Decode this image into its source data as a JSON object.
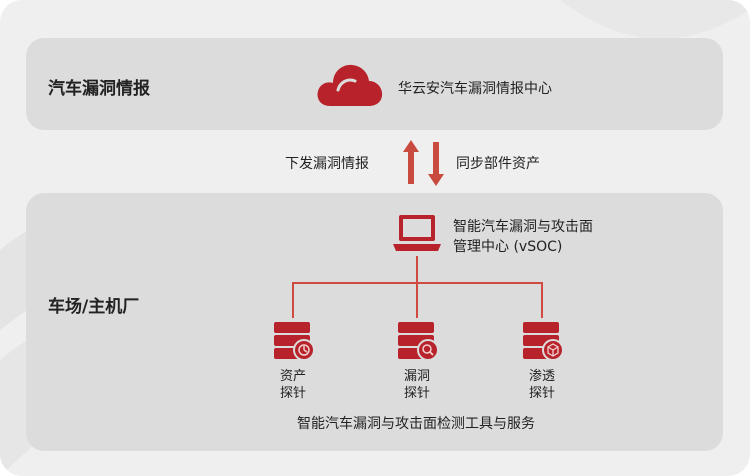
{
  "top_panel": {
    "title": "汽车漏洞情报",
    "center_label": "华云安汽车漏洞情报中心"
  },
  "sync": {
    "down_label": "下发漏洞情报",
    "up_label": "同步部件资产"
  },
  "bottom_panel": {
    "title": "车场/主机厂",
    "vsoc_line1": "智能汽车漏洞与攻击面",
    "vsoc_line2": "管理中心 (vSOC)",
    "probes": [
      {
        "line1": "资产",
        "line2": "探针",
        "icon": "asset-probe-icon"
      },
      {
        "line1": "漏洞",
        "line2": "探针",
        "icon": "vuln-probe-icon"
      },
      {
        "line1": "渗透",
        "line2": "探针",
        "icon": "pentest-probe-icon"
      }
    ],
    "footer": "智能汽车漏洞与攻击面检测工具与服务"
  },
  "colors": {
    "accent_red": "#b8232b",
    "line_red": "#d04a42",
    "arrow_red": "#c94a3f",
    "panel_gray": "#dcdcdc",
    "background": "#efefef"
  }
}
